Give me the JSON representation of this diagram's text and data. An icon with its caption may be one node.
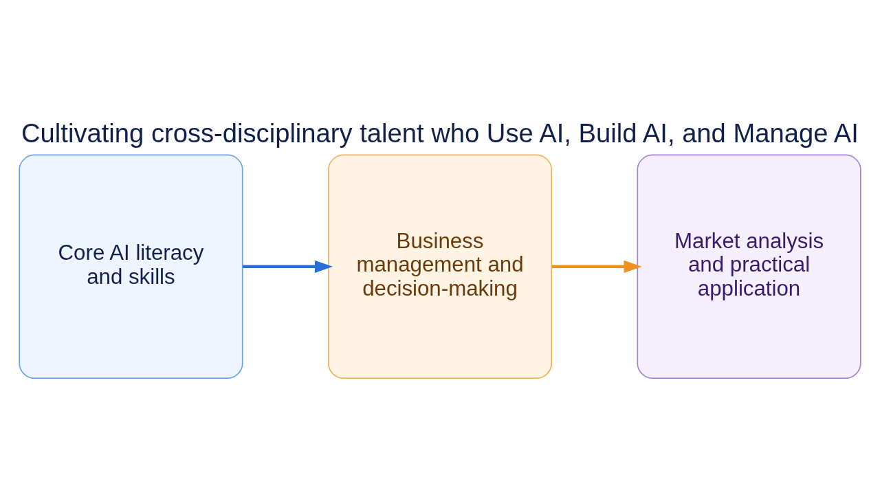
{
  "diagram": {
    "title": "Cultivating cross-disciplinary talent who Use AI, Build AI, and Manage AI",
    "nodes": [
      {
        "text": [
          "Core AI literacy and skills"
        ]
      },
      {
        "text": [
          "Business management and decision-making"
        ]
      },
      {
        "text": [
          "Market analysis and practical application"
        ]
      }
    ],
    "edges": [
      {
        "from": 0,
        "to": 1,
        "arrow": "to",
        "color": "#2a6fd6"
      },
      {
        "from": 1,
        "to": 2,
        "arrow": "to",
        "color": "#f0901e"
      }
    ]
  }
}
